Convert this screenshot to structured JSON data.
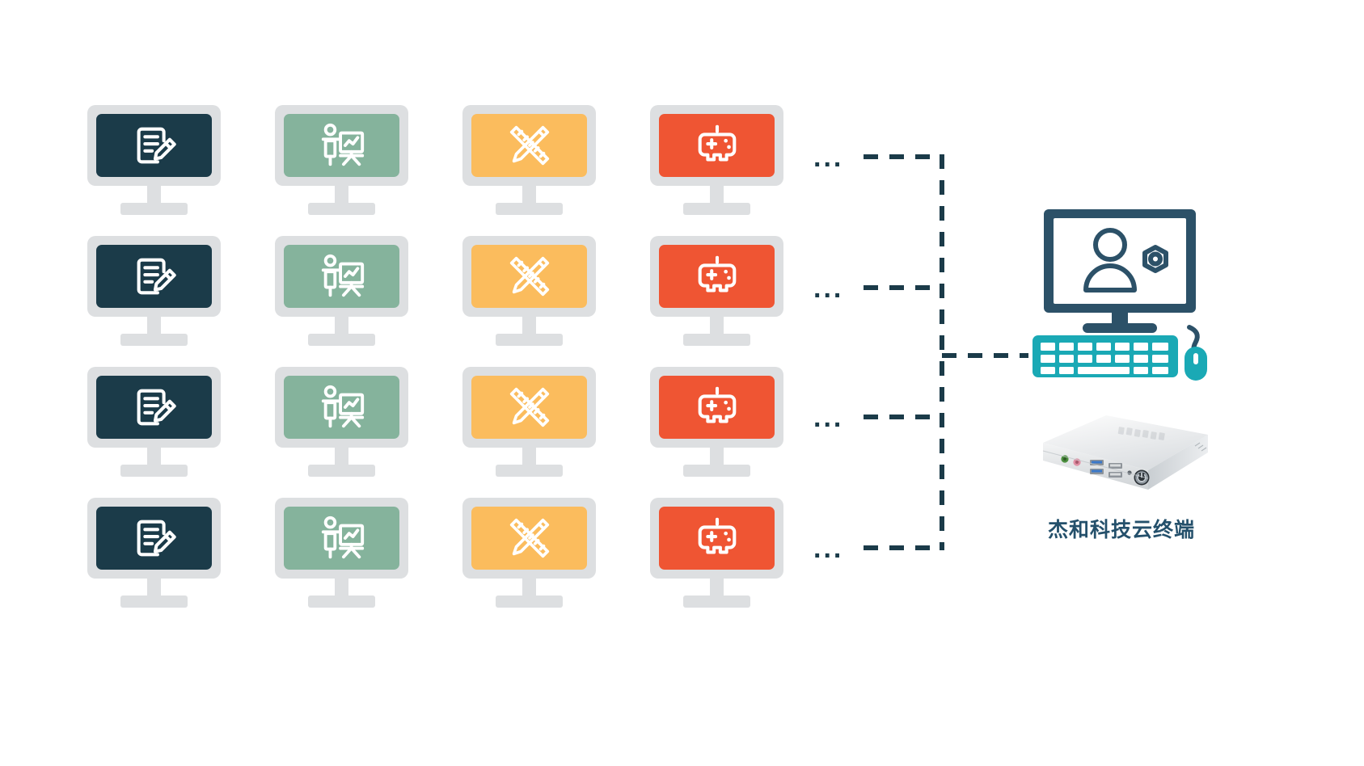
{
  "diagram": {
    "title": "Cloud terminal deployment topology",
    "colors": {
      "bezel": "#dddfe1",
      "line": "#1b3b49",
      "label_text": "#24506b",
      "terminal_dark": "#2c5168",
      "terminal_teal": "#1aa9b5",
      "mini_pc_body": "#e9ebec"
    },
    "clients": {
      "rows": 4,
      "columns": 4,
      "column_types": [
        {
          "id": "document-edit",
          "icon": "document-edit-icon",
          "screen_color": "#1b3b49"
        },
        {
          "id": "presentation",
          "icon": "presentation-board-icon",
          "screen_color": "#85b39c"
        },
        {
          "id": "design",
          "icon": "ruler-pencil-icon",
          "screen_color": "#fbbc5d"
        },
        {
          "id": "gaming",
          "icon": "gamepad-icon",
          "screen_color": "#ef5533"
        }
      ],
      "ellipsis_text": "..."
    },
    "terminal": {
      "label": "杰和科技云终端",
      "monitor_icon": "user-settings-icon",
      "keyboard_icon": "keyboard-icon",
      "mouse_icon": "mouse-icon",
      "device_icon": "mini-pc-icon",
      "device_ports": [
        "headphone-jack",
        "microphone-jack",
        "usb-port",
        "usb-port",
        "usb-port",
        "usb-port",
        "reset-pinhole",
        "power-button"
      ]
    },
    "connections": {
      "bus_label": "",
      "link_style": "dashed",
      "row_links": 4
    }
  }
}
